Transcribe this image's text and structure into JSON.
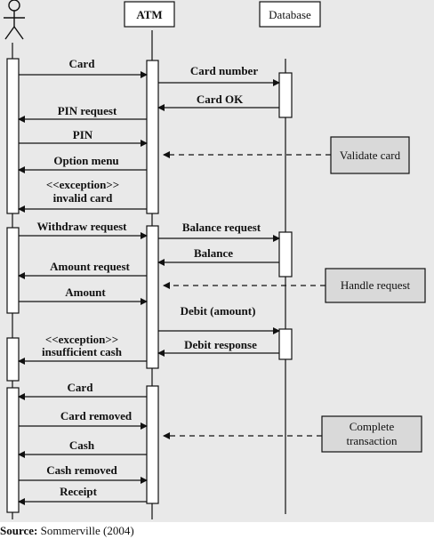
{
  "participants": {
    "atm": "ATM",
    "database": "Database"
  },
  "messages": [
    {
      "id": "card",
      "text": "Card"
    },
    {
      "id": "card-number",
      "text": "Card number"
    },
    {
      "id": "card-ok",
      "text": "Card OK"
    },
    {
      "id": "pin-request",
      "text": "PIN request"
    },
    {
      "id": "pin",
      "text": "PIN"
    },
    {
      "id": "option-menu",
      "text": "Option menu"
    },
    {
      "id": "exception-invalid",
      "text": "<<exception>>",
      "text2": "invalid card"
    },
    {
      "id": "withdraw-request",
      "text": "Withdraw request"
    },
    {
      "id": "balance-request",
      "text": "Balance request"
    },
    {
      "id": "balance",
      "text": "Balance"
    },
    {
      "id": "amount-request",
      "text": "Amount request"
    },
    {
      "id": "amount",
      "text": "Amount"
    },
    {
      "id": "debit-amount",
      "text": "Debit (amount)"
    },
    {
      "id": "exception-insufficient",
      "text": "<<exception>>",
      "text2": "insufficient cash"
    },
    {
      "id": "debit-response",
      "text": "Debit response"
    },
    {
      "id": "card-return",
      "text": "Card"
    },
    {
      "id": "card-removed",
      "text": "Card removed"
    },
    {
      "id": "cash",
      "text": "Cash"
    },
    {
      "id": "cash-removed",
      "text": "Cash removed"
    },
    {
      "id": "receipt",
      "text": "Receipt"
    }
  ],
  "notes": {
    "validate": "Validate card",
    "handle": "Handle request",
    "complete_line1": "Complete",
    "complete_line2": "transaction"
  },
  "source": {
    "label": "Source:",
    "text": "Sommerville (2004)"
  },
  "colors": {
    "canvas": "#e9e9e9",
    "note_fill": "#d9d9d9",
    "line": "#111111"
  }
}
